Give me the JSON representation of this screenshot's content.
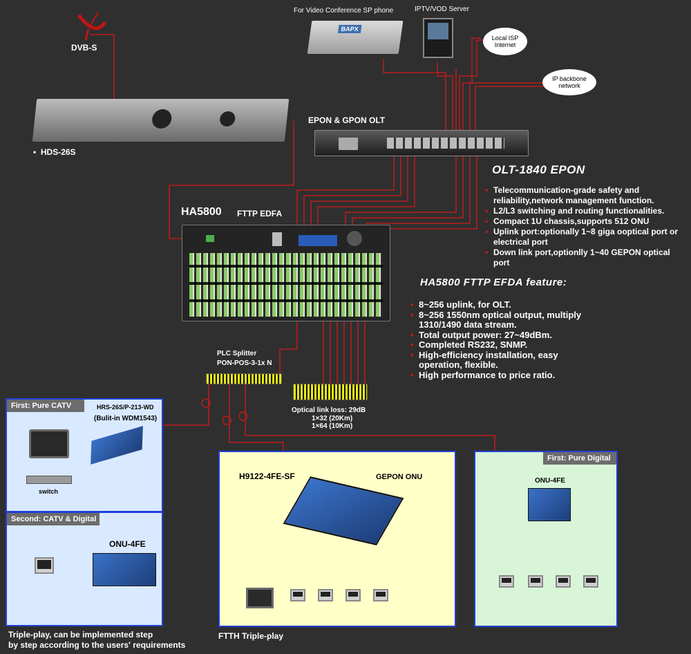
{
  "labels": {
    "dvbs": "DVB-S",
    "video_conf": "For Video Conference SP phone",
    "iptv": "IPTV/VOD Server",
    "local_isp": "Local ISP Internet",
    "ip_backbone": "IP backbone network",
    "olt_title": "EPON & GPON OLT",
    "hds": "HDS-26S",
    "ha5800": "HA5800",
    "fttp_edfa": "FTTP EDFA",
    "plc_splitter": "PLC Splitter",
    "pon_pos": "PON-POS-3-1x N",
    "optical_loss": "Optical link loss: 29dB",
    "ratio1": "1×32 (20Km)",
    "ratio2": "1×64 (10Km)",
    "bapx": "BAPX"
  },
  "olt_features": {
    "title": "OLT-1840 EPON",
    "items": [
      "Telecommunication-grade safety and reliability,network management function.",
      "L2/L3 switching and routing functionalities.",
      "Compact 1U chassis,supports 512 ONU",
      "Uplink port:optionally 1~8 giga ooptical port or electrical port",
      "Down link port,optionlly 1~40  GEPON optical port"
    ]
  },
  "edfa_features": {
    "title": "HA5800  FTTP  EFDA feature:",
    "items": [
      "8~256 uplink, for OLT.",
      "8~256 1550nm optical output, multiply 1310/1490 data stream.",
      "Total output power: 27~49dBm.",
      "Completed RS232, SNMP.",
      "High-efficiency installation, easy operation, flexible.",
      "High performance to price ratio."
    ]
  },
  "panel_catv": {
    "head": "First:  Pure CATV",
    "device": "HRS-26S/P-213-WD",
    "device_note": "(Bulit-in WDM1543)",
    "switch": "switch"
  },
  "panel_catv_digital": {
    "head": "Second:  CATV  &  Digital",
    "onu": "ONU-4FE"
  },
  "panel_ftth": {
    "model": "H9122-4FE-SF",
    "onu": "GEPON ONU",
    "caption": "FTTH  Triple-play"
  },
  "panel_digital": {
    "head": "First:  Pure Digital",
    "onu": "ONU-4FE"
  },
  "bottom_caption": {
    "line1": "Triple-play,  can be implemented step",
    "line2": "by step according to the users' requirements"
  },
  "colors": {
    "background": "#2f2f2f",
    "wire": "#d81818",
    "panel_border": "#1f3fd8",
    "panel_blue": "#d9e9ff",
    "panel_yellow": "#ffffc8",
    "panel_green": "#d8f5d8"
  },
  "icons": [
    "satellite-dish-icon",
    "tv-icon",
    "pc-icon",
    "cloud-icon",
    "server-icon"
  ]
}
